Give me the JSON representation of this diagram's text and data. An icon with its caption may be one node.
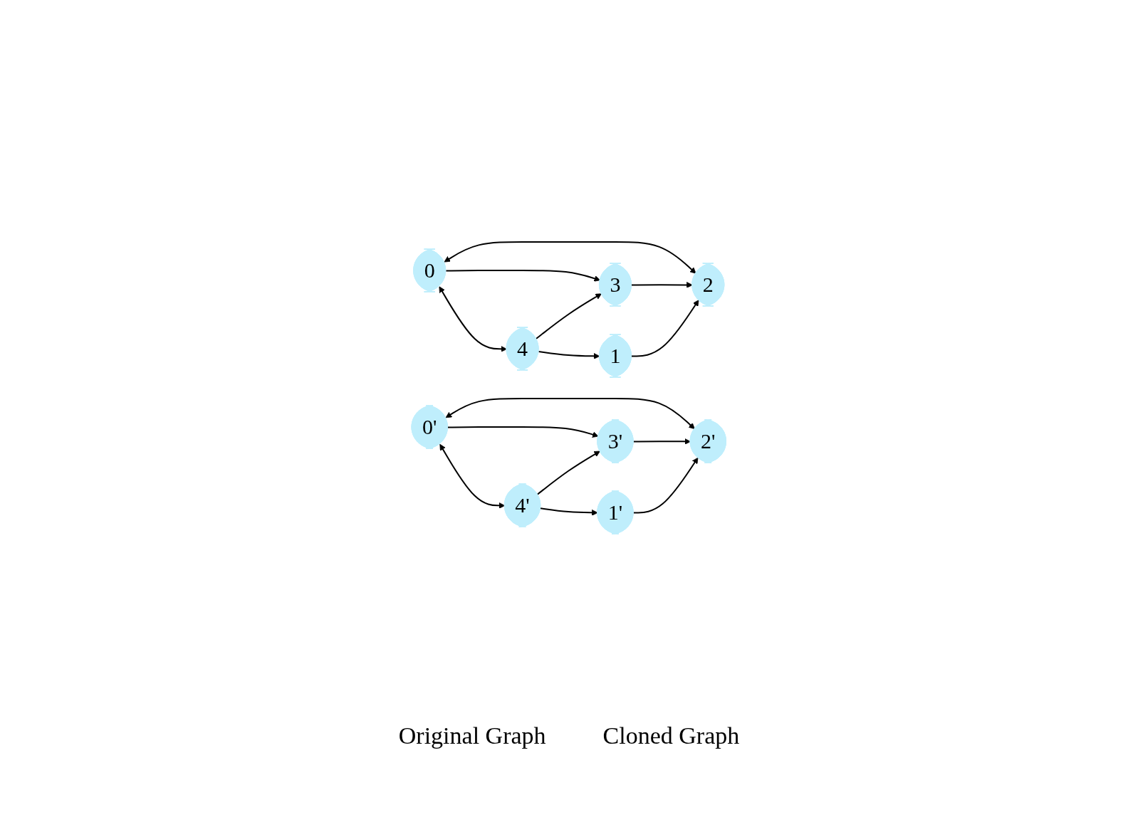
{
  "diagram": {
    "nodes": [
      {
        "text": [
          "0"
        ]
      },
      {
        "text": [
          "3"
        ]
      },
      {
        "text": [
          "2"
        ]
      },
      {
        "text": [
          "4"
        ]
      },
      {
        "text": [
          "1"
        ]
      },
      {
        "text": [
          "0'"
        ]
      },
      {
        "text": [
          "3'"
        ]
      },
      {
        "text": [
          "2'"
        ]
      },
      {
        "text": [
          "4'"
        ]
      },
      {
        "text": [
          "1'"
        ]
      }
    ],
    "edges": [
      {
        "from": 0,
        "to": 2,
        "arrow": "both"
      },
      {
        "from": 0,
        "to": 1,
        "arrow": "to"
      },
      {
        "from": 1,
        "to": 2,
        "arrow": "to"
      },
      {
        "from": 0,
        "to": 3,
        "arrow": "both"
      },
      {
        "from": 3,
        "to": 1,
        "arrow": "to"
      },
      {
        "from": 3,
        "to": 4,
        "arrow": "to"
      },
      {
        "from": 4,
        "to": 2,
        "arrow": "to"
      },
      {
        "from": 5,
        "to": 7,
        "arrow": "both"
      },
      {
        "from": 5,
        "to": 6,
        "arrow": "to"
      },
      {
        "from": 6,
        "to": 7,
        "arrow": "to"
      },
      {
        "from": 5,
        "to": 8,
        "arrow": "both"
      },
      {
        "from": 8,
        "to": 6,
        "arrow": "to"
      },
      {
        "from": 8,
        "to": 9,
        "arrow": "to"
      },
      {
        "from": 9,
        "to": 7,
        "arrow": "to"
      }
    ],
    "labels": [
      "Original Graph",
      "Cloned Graph"
    ]
  }
}
